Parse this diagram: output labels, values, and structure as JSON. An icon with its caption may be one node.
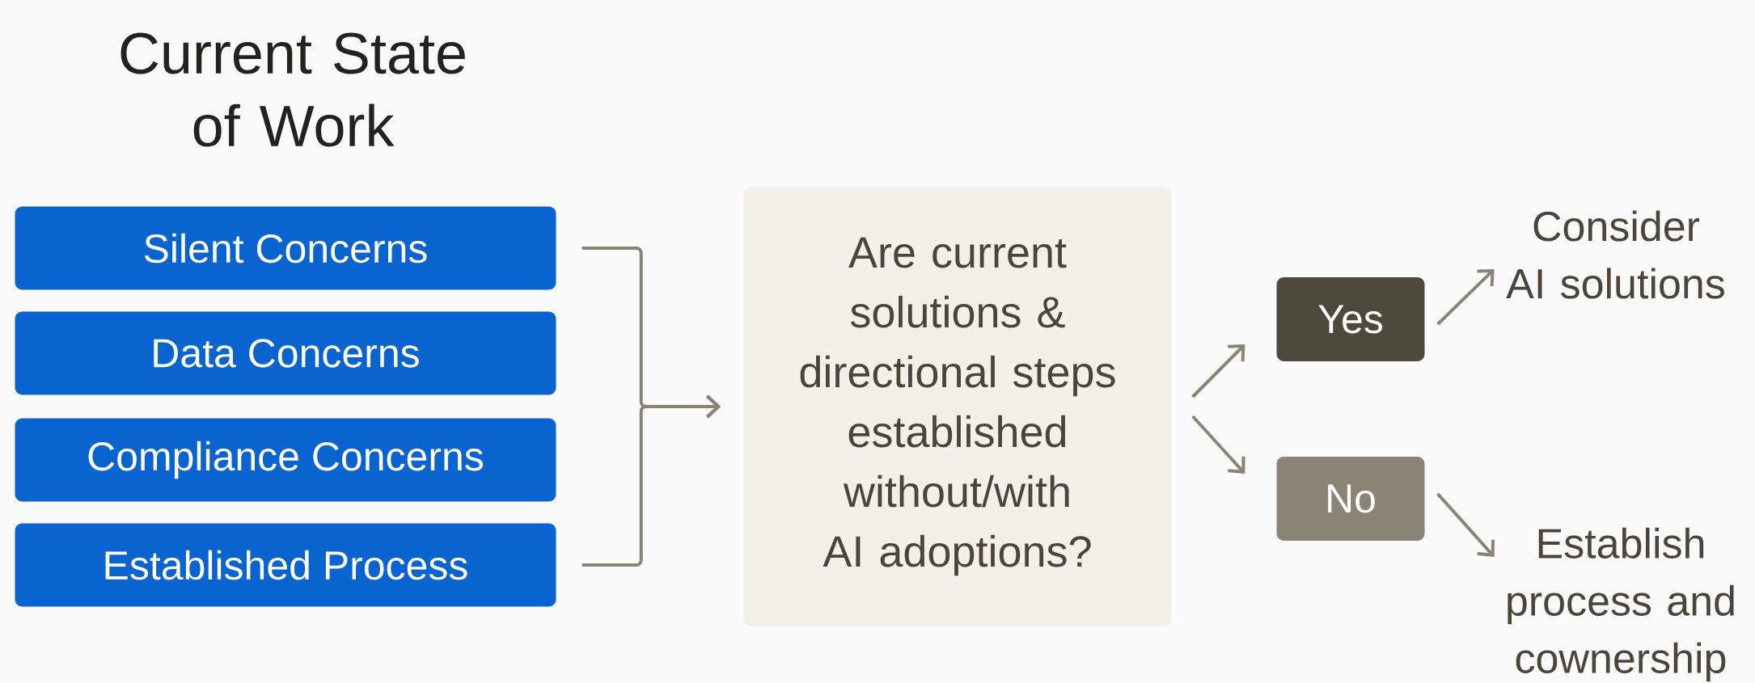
{
  "diagram": {
    "title": "Current State of Work",
    "nodes": [
      {
        "text": [
          "Silent Concerns"
        ]
      },
      {
        "text": [
          "Data Concerns"
        ]
      },
      {
        "text": [
          "Compliance Concerns"
        ]
      },
      {
        "text": [
          "Established Process"
        ]
      },
      {
        "text": [
          "Are current solutions & directional steps established without/with AI adoptions?"
        ]
      },
      {
        "text": [
          "Yes"
        ]
      },
      {
        "text": [
          "No"
        ]
      },
      {
        "text": [
          "Consider AI solutions"
        ]
      },
      {
        "text": [
          "Establish process and cownership"
        ]
      }
    ],
    "edges": [
      {
        "from": 0,
        "to": 4,
        "arrow": "to"
      },
      {
        "from": 3,
        "to": 4,
        "arrow": "to"
      },
      {
        "from": 4,
        "to": 5,
        "arrow": "to"
      },
      {
        "from": 4,
        "to": 6,
        "arrow": "to"
      },
      {
        "from": 5,
        "to": 7,
        "arrow": "to"
      },
      {
        "from": 6,
        "to": 8,
        "arrow": "to"
      }
    ]
  }
}
